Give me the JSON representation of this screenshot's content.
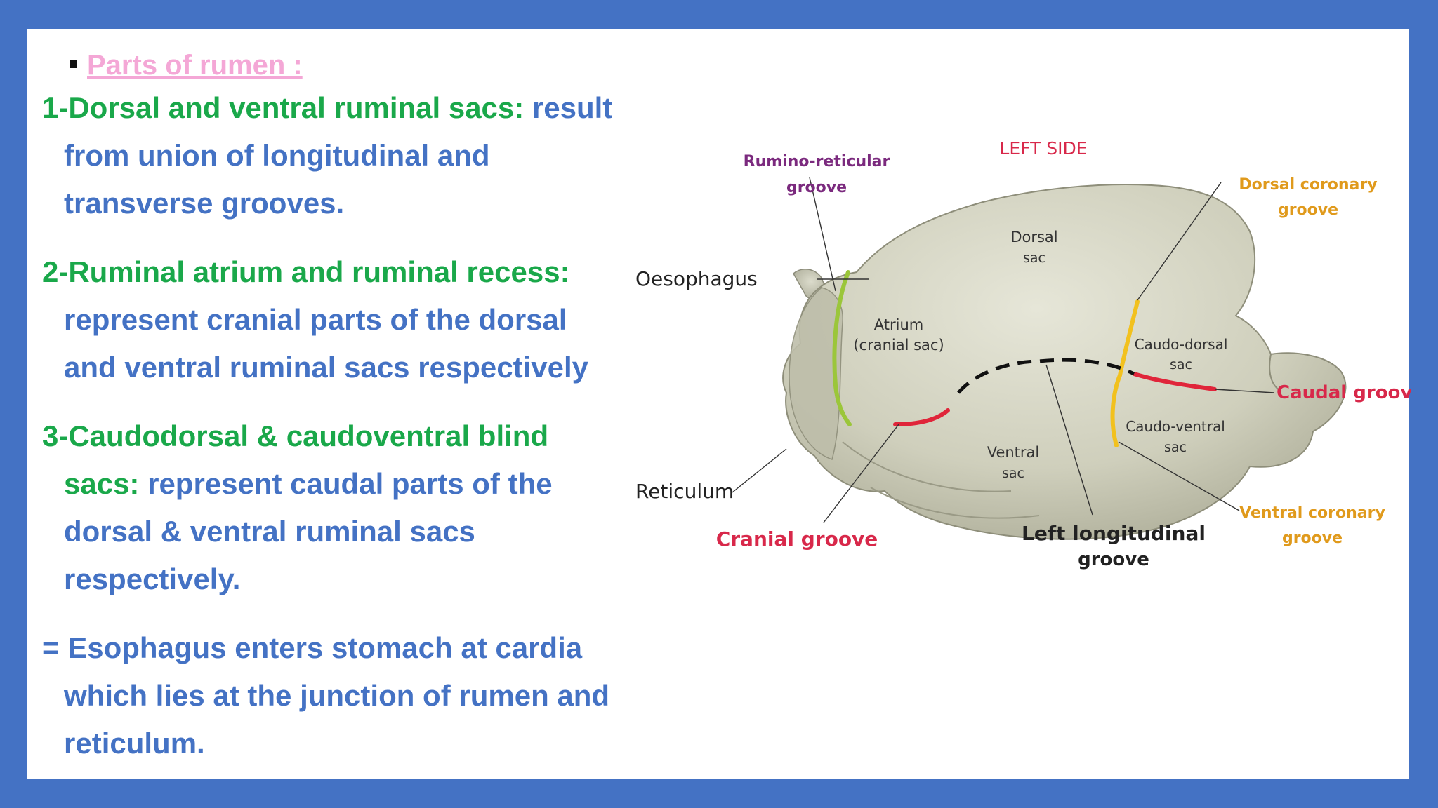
{
  "header": {
    "bullet": "▪",
    "title": "Parts of rumen :"
  },
  "paragraphs": [
    {
      "id": "p1",
      "lines": [
        [
          {
            "text": "1-Dorsal and ventral ruminal sacs: ",
            "color": "green"
          },
          {
            "text": "result",
            "color": "blue"
          }
        ],
        [
          {
            "text": "from union of longitudinal and",
            "color": "blue"
          }
        ],
        [
          {
            "text": "transverse grooves.",
            "color": "blue"
          }
        ]
      ]
    },
    {
      "id": "p2",
      "lines": [
        [
          {
            "text": "2-Ruminal atrium and ruminal recess:",
            "color": "green"
          }
        ],
        [
          {
            "text": "represent cranial parts of the dorsal",
            "color": "blue"
          }
        ],
        [
          {
            "text": "and ventral ruminal sacs respectively",
            "color": "blue"
          }
        ]
      ]
    },
    {
      "id": "p3",
      "lines": [
        [
          {
            "text": "3-Caudodorsal & caudoventral blind",
            "color": "green"
          }
        ],
        [
          {
            "text": "sacs: ",
            "color": "green"
          },
          {
            "text": "represent caudal parts of the",
            "color": "blue"
          }
        ],
        [
          {
            "text": "dorsal & ventral ruminal sacs",
            "color": "blue"
          }
        ],
        [
          {
            "text": "respectively.",
            "color": "blue"
          }
        ]
      ]
    },
    {
      "id": "p4",
      "lines": [
        [
          {
            "text": "= Esophagus enters stomach at cardia",
            "color": "blue"
          }
        ],
        [
          {
            "text": "which lies at the junction of rumen and",
            "color": "blue"
          }
        ],
        [
          {
            "text": "reticulum.",
            "color": "blue"
          }
        ]
      ]
    }
  ],
  "diagram": {
    "side_label": "LEFT SIDE",
    "rumino_reticular_groove": [
      "Rumino-reticular",
      "groove"
    ],
    "dorsal_coronary_groove": [
      "Dorsal coronary",
      "groove"
    ],
    "dorsal_sac": [
      "Dorsal",
      "sac"
    ],
    "oesophagus": "Oesophagus",
    "atrium": [
      "Atrium",
      "(cranial sac)"
    ],
    "caudo_dorsal_sac": [
      "Caudo-dorsal",
      "sac"
    ],
    "caudal_groove": "Caudal groove",
    "caudo_ventral_sac": [
      "Caudo-ventral",
      "sac"
    ],
    "ventral_sac": [
      "Ventral",
      "sac"
    ],
    "reticulum": "Reticulum",
    "cranial_groove": "Cranial groove",
    "left_longitudinal_groove": [
      "Left longitudinal",
      "groove"
    ],
    "ventral_coronary_groove": [
      "Ventral coronary",
      "groove"
    ],
    "colors": {
      "purple_label": "#7b2a7e",
      "red_label": "#d8284a",
      "orange_label": "#e09a1c",
      "groove_green": "#9bc63a",
      "groove_red": "#e0253a",
      "groove_yellow": "#f2c11e"
    }
  }
}
